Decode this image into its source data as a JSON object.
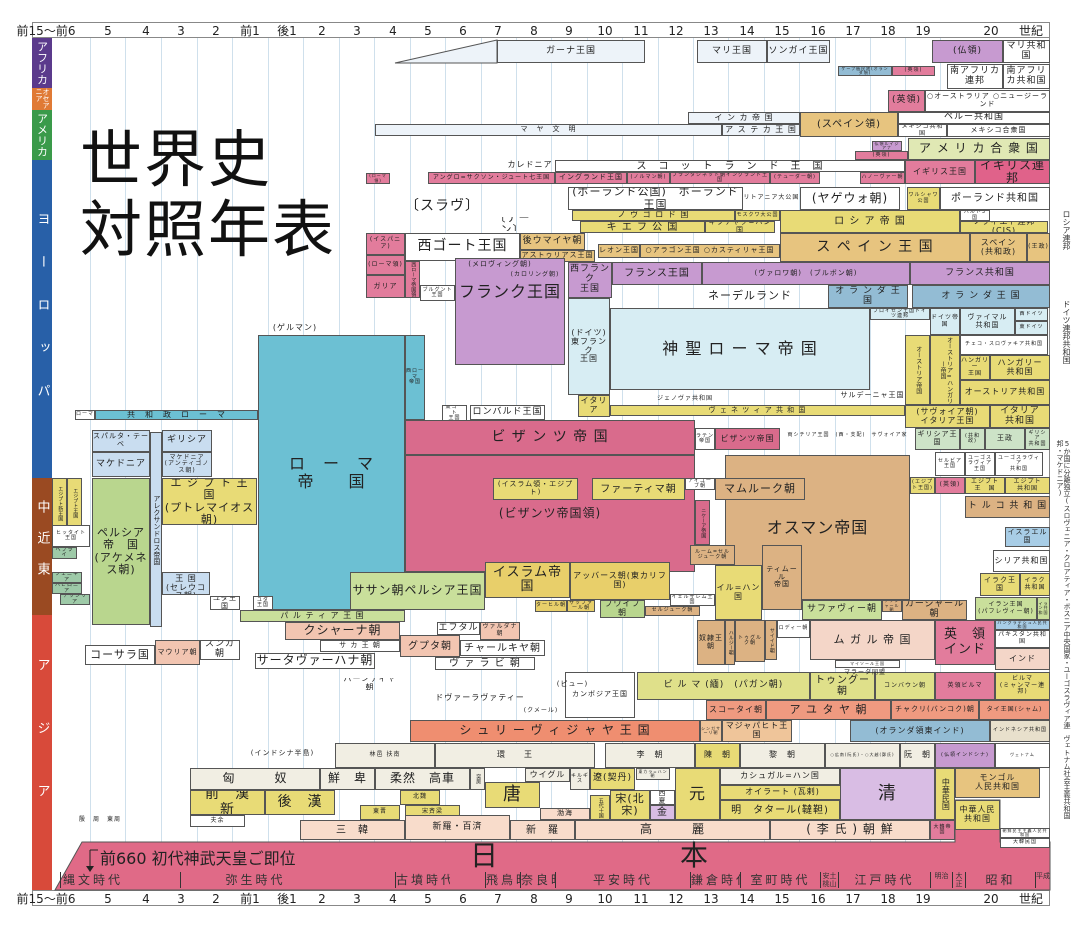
{
  "title": {
    "line1": "世界史",
    "line2": "対照年表"
  },
  "axis": {
    "labels": [
      "前15〜前6",
      "5",
      "4",
      "3",
      "2",
      "前1",
      "後1",
      "2",
      "3",
      "4",
      "5",
      "6",
      "7",
      "8",
      "9",
      "10",
      "11",
      "12",
      "13",
      "14",
      "15",
      "16",
      "17",
      "18",
      "19",
      "20",
      "世紀"
    ]
  },
  "regions": [
    "アフリカ",
    "オセアニア",
    "アメリカ",
    "ヨーロッパ",
    "中近東",
    "アジア"
  ],
  "colors": {
    "africa": "#5b3a8c",
    "oceania": "#e07a35",
    "america": "#3a9a4a",
    "europe": "#2860a8",
    "middle_east": "#9a4a22",
    "asia": "#d84a3a",
    "japan": "#e06a87"
  },
  "blocks": {
    "africa": [
      "ガーナ王国",
      "マリ王国",
      "ソンガイ王国",
      "(仏領)",
      "マリ共和国",
      "ケープ植民地(オランダ領)",
      "(英領)",
      "南アフリカ連邦",
      "南アフリカ共和国"
    ],
    "oceania": [
      "(英領)",
      "○オーストラリア ○ニュージーランド"
    ],
    "america": [
      "イ ン カ 帝 国",
      "(スペイン領)",
      "ペルー共和国",
      "マ　ヤ　文　明",
      "ア ス テ カ 王 国",
      "メキシコ共和国",
      "メキシコ合衆国",
      "ア メ リ カ 合 衆 国",
      "仏領ルイジアナ",
      "(英領)"
    ],
    "europe": [
      "カレドニア",
      "ス　コ　ッ　ト　ラ　ン　ド　王　国",
      "(ローマ領)",
      "アングロ=サクソン・ジュート七王国",
      "イングランド王国",
      "(ノルマン朝)",
      "プランタジネット朝イングランド王国",
      "(テューダー朝)",
      "ハノーヴァー朝",
      "イギリス王国",
      "イギリス連邦",
      "〔スラヴ〕",
      "〔デーン〕",
      "(ポーランド公国)　ポーランド王国",
      "リトアニア大公国",
      "(ヤゲウォ朝)",
      "ワルシャワ公国",
      "ポーランド共和国",
      "ノ ヴ ゴ ロ ド 国",
      "キ エ フ 公 国",
      "キプチャク=ハン国",
      "モスクワ大公国",
      "ロ シ ア 帝 国",
      "バルト3国",
      "ソヴィエト連邦(CIS)",
      "(イスパニア)",
      "西ゴート王国",
      "後ウマイヤ朝",
      "アストゥリアス王国",
      "レオン王国",
      "○アラゴン王国 ○カスティリャ王国",
      "ス ペ イ ン 王 国",
      "スペイン\n(共和政)",
      "(王政)",
      "(ローマ領)",
      "ガリア",
      "西ローマ帝国領",
      "フランク王国",
      "(メロヴィング朝)",
      "(カロリング朝)",
      "西フランク\n王国",
      "フランス王国",
      "(ヴァロワ朝)　(ブルボン朝)",
      "フランス共和国",
      "ブルグント\n王国",
      "ネーデルランド",
      "オ ラ ン ダ 王 国",
      "オ ラ ン ダ 王 国",
      "(ゲルマン)",
      "(ドイツ)\n東フランク\n王国",
      "神 聖 ロ ー マ 帝 国",
      "プロイセン王国ドイツ連邦",
      "ドイツ帝国",
      "ヴァイマル\n共和国",
      "西ドイツ",
      "東ドイツ",
      "オーストリア帝国",
      "オーストリア=ハンガリー帝国",
      "チェコ・スロヴァキア共和国",
      "ハンガリー\n王国",
      "ハンガリー\n共和国",
      "オーストリア共和国",
      "サルデーニャ王国",
      "ジェノヴァ共和国",
      "ヴ ェ ネ ツ ィ ア 共 和 国",
      "イタリア",
      "(サヴォイア朝)\nイタリア王国",
      "イタリア\n共和国",
      "ロンバルド王国",
      "西ローマ\n帝国",
      "東ゴート\n王国",
      "ローマ",
      "共　和　政　ロ　ー　マ",
      "ロ　ー　マ\n帝　　国",
      "スパルタ・テーベ",
      "ギリシア",
      "マケドニア",
      "マケドニア\n(アンティゴノス朝)",
      "アレクサンドロス帝国",
      "ビ ザ ン ツ 帝 国",
      "ラテン\n帝国",
      "ビザンツ帝国",
      "両シチリア王国　(西・支配)　サヴォイア家",
      "ギリシア王国",
      "(共和政)",
      "王政",
      "ギリシア\n共和国",
      "セルビア王国",
      "ユーゴス\nラヴィア\n王国",
      "ユーゴスラヴィア\n共和国"
    ],
    "middle_east": [
      "エジプト新王国",
      "エジプト王国",
      "エジプト",
      "エ ジ プ ト 王 国\n(プトレマイオス朝)",
      "ヒッタイト\n王国",
      "ヘブライ",
      "フェニキア",
      "バビロニア",
      "アッシリア",
      "ペルシア\n帝　国\n(アケメネス朝)",
      "シ リ ア 王 国\n(セレウコス朝)",
      "ユダ王国",
      "ユダ\n王国",
      "パ ル テ ィ ア 王 国",
      "ササン朝ペルシア王国",
      "(ビザンツ帝国領)",
      "(イスラム領・エジプト)",
      "ファーティマ朝",
      "アイユーブ朝",
      "オスマン帝国",
      "マムルーク朝",
      "ニケーア帝国",
      "ルーム=セル\nジューク朝",
      "イスラム帝国",
      "アッバース朝(東カリフ国)",
      "ターヒル朝",
      "サッファール朝",
      "ブワイフ朝",
      "イェルサレム王国",
      "セルジューク朝",
      "イル=ハン国",
      "ティムール\n帝国",
      "サファヴィー朝",
      "アフシャール朝",
      "カージャール朝",
      "(エジプト王国)",
      "(英領)",
      "エジプト\n王　国",
      "エジプト\n共和国",
      "ト ル コ 共 和 国",
      "イスラエル国",
      "シリア共和国",
      "イラク王国",
      "イラク\n共和国",
      "イラン王国\n(パフレヴィー朝)",
      "イラン共和国"
    ],
    "asia": [
      "クシャーナ朝",
      "サ カ 王 朝",
      "エフタル",
      "ヴァルダナ朝",
      "グプタ朝",
      "コーサラ国",
      "マウリア朝",
      "スンガ朝",
      "サータヴァーハナ朝",
      "チャールキヤ朝",
      "ヴ ァ ラ ビ 朝",
      "奴隷王朝",
      "ハルジー朝",
      "トゥグルク朝",
      "サイイド朝",
      "ロディー朝",
      "ム ガ ル 帝 国",
      "英　領\nインド",
      "バングラデシュ人民共和国",
      "パキスタン共和国",
      "インド",
      "マイソール王国",
      "マラータ同盟",
      "パーンディヤ朝",
      "ドヴァーラヴァティー",
      "(ピュー)",
      "(クメール)",
      "カンボジア王国",
      "ビ ル マ (緬)　(パガン朝)",
      "トゥングー朝",
      "コンバウン朝",
      "英領ビルマ",
      "ビルマ\n(ミャンマー連邦)",
      "スコータイ朝",
      "ア ユ タ ヤ 朝",
      "チャクリ(バンコク)朝",
      "タイ王国(シャム)",
      "シ ュ リ ー ヴ ィ ジ ャ ヤ 王 国",
      "シンガサーリ朝",
      "マジャパヒト王国",
      "(オランダ領東インド)",
      "インドネシア共和国",
      "(インドシナ半島)",
      "林邑 扶南",
      "環　　王",
      "李　朝",
      "陳　朝",
      "黎　朝",
      "○広南(阮氏)・○大越(鄭氏)",
      "阮　朝",
      "(仏領インドシナ)",
      "ヴェトナム",
      "匈　　　奴",
      "鮮　卑",
      "柔然　高車",
      "突厥",
      "ウイグル",
      "キルギス",
      "遼(契丹)",
      "東カラ=ハン朝",
      "西　夏",
      "元",
      "カシュガル=ハン国",
      "オイラート (瓦剌)",
      "清",
      "中華民国",
      "モンゴル\n人民共和国",
      "中華人民\n共和国",
      "前　漢　新",
      "後　漢",
      "北魏",
      "東晋",
      "宋斉梁",
      "唐",
      "五代十国",
      "宋(北宋)",
      "金",
      "明　タタール(韃靼)",
      "殷　周　東周",
      "夫余",
      "三　韓",
      "新羅・百済",
      "渤海",
      "新　羅",
      "高　　　麗",
      "( 李 氏 ) 朝 鮮",
      "大韓帝国",
      "朝鮮民主主義人民共和国",
      "大韓民国"
    ]
  },
  "japan": {
    "note": "前660 初代神武天皇ご即位",
    "name1": "日",
    "name2": "本",
    "eras": [
      "縄文時代",
      "弥生時代",
      "古墳時代",
      "飛鳥時代",
      "奈良時代",
      "平安時代",
      "鎌倉時代",
      "室町時代",
      "安土桃山",
      "江戸時代",
      "明治",
      "大正",
      "昭和",
      "平成"
    ]
  },
  "side_notes": [
    "ロシア連邦",
    "ドイツ連邦共和国",
    "5か国に分離独立(スロヴェニア・クロアティア・ボスニア中央国家・ユーゴスラヴィア連邦・マケドニア)",
    "ヴェトナム社会主義共和国"
  ]
}
